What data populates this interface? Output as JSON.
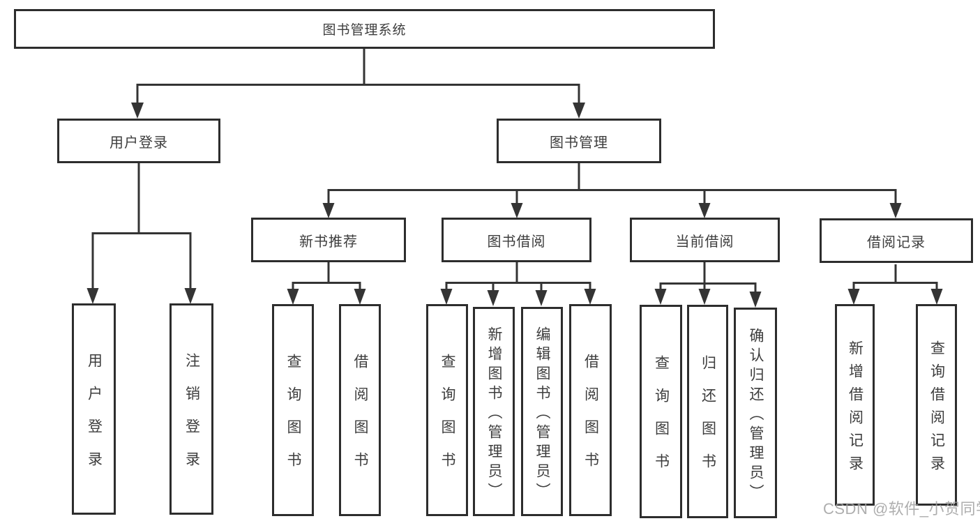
{
  "diagram": {
    "title": "图书管理系统",
    "type": "hierarchy-tree",
    "colors": {
      "line": "#343434",
      "box_border": "#2d2d2d",
      "text": "#3d3d3d",
      "watermark_text": "#a0a0a0",
      "background": "#ffffff"
    },
    "tree": {
      "label": "图书管理系统",
      "children": [
        {
          "label": "用户登录",
          "children": [
            {
              "label": "用户登录"
            },
            {
              "label": "注销登录"
            }
          ]
        },
        {
          "label": "图书管理",
          "children": [
            {
              "label": "新书推荐",
              "children": [
                {
                  "label": "查询图书"
                },
                {
                  "label": "借阅图书"
                }
              ]
            },
            {
              "label": "图书借阅",
              "children": [
                {
                  "label": "查询图书"
                },
                {
                  "label": "新增图书（管理员）"
                },
                {
                  "label": "编辑图书（管理员）"
                },
                {
                  "label": "借阅图书"
                }
              ]
            },
            {
              "label": "当前借阅",
              "children": [
                {
                  "label": "查询图书"
                },
                {
                  "label": "归还图书"
                },
                {
                  "label": "确认归还（管理员）"
                }
              ]
            },
            {
              "label": "借阅记录",
              "children": [
                {
                  "label": "新增借阅记录"
                },
                {
                  "label": "查询借阅记录"
                }
              ]
            }
          ]
        }
      ]
    },
    "watermark": {
      "text": "CSDN @软件_小贺同学"
    }
  }
}
